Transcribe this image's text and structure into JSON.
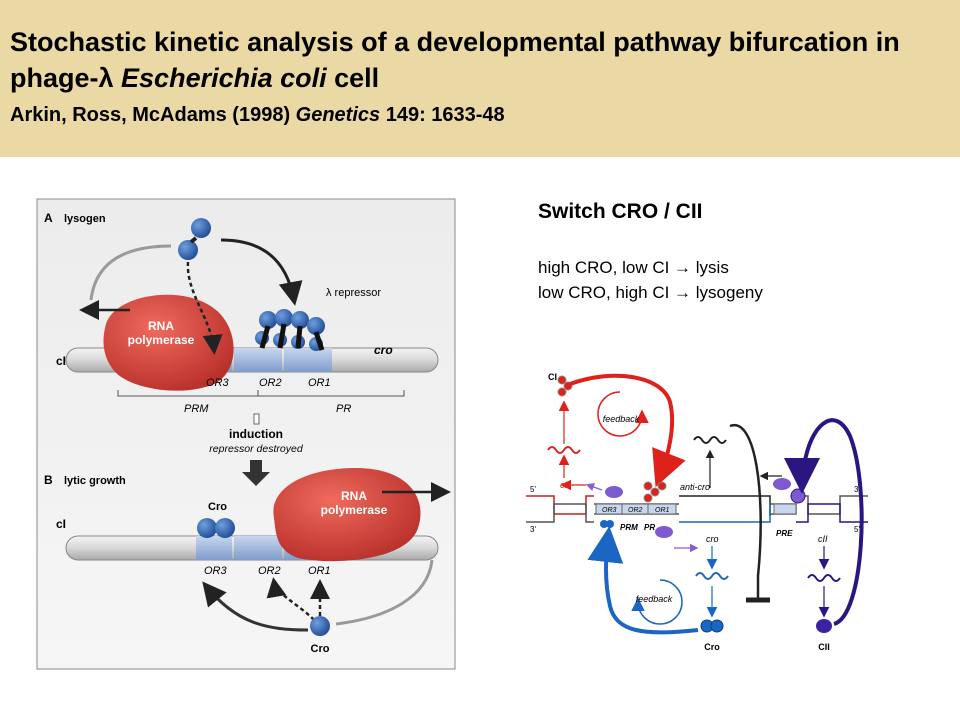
{
  "header": {
    "title_part1": "Stochastic kinetic analysis of a developmental pathway bifurcation in phage-λ ",
    "title_italic": "Escherichia coli",
    "title_part2": " cell",
    "authors": "Arkin, Ross, McAdams (1998) ",
    "journal": "Genetics",
    "ref": " 149: 1633-48"
  },
  "figure_left": {
    "panel_a_letter": "A",
    "panel_a_title": "lysogen",
    "panel_b_letter": "B",
    "panel_b_title": "lytic growth",
    "rna_pol_1": "RNA",
    "rna_pol_2": "polymerase",
    "repressor": "λ repressor",
    "gene_ci": "cI",
    "gene_cro": "cro",
    "or3": "OR3",
    "or2": "OR2",
    "or1": "OR1",
    "prm": "PRM",
    "pr": "PR",
    "induction": "induction",
    "induction_sub": "repressor destroyed",
    "cro": "Cro"
  },
  "switch": {
    "title": "Switch CRO / CII",
    "rule1": "high CRO, low CI → lysis",
    "rule2": "low CRO, high CI → lysogeny"
  },
  "figure_right": {
    "ci_top": "CI",
    "feedback1": "feedback",
    "feedback2": "feedback",
    "ci_gene": "cl",
    "anti_cro": "anti-cro",
    "cro_gene": "cro",
    "cii_gene": "cII",
    "cro_label": "Cro",
    "cii_label": "CII",
    "or3": "OR3",
    "or2": "OR2",
    "or1": "OR1",
    "prm": "PRM",
    "pr": "PR",
    "pre": "PRE",
    "five1": "5'",
    "three1": "3'",
    "three2": "3'",
    "five2": "5'"
  },
  "colors": {
    "header_bg": "#ead9a4",
    "repressor_blue": "#2f5ea8",
    "polymerase_red": "#d8463c",
    "cii_purple": "#2b1580",
    "feedback_red": "#e0201a",
    "feedback_blue": "#1a66c2"
  }
}
